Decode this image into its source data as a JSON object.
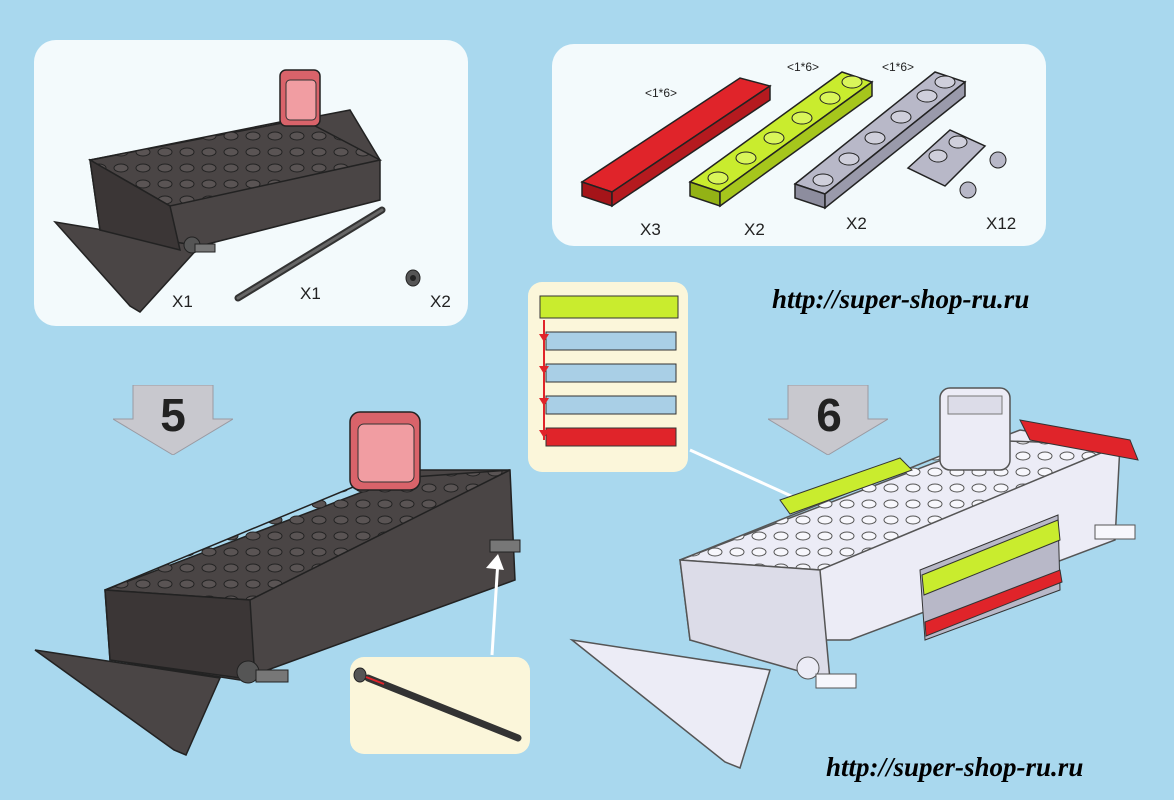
{
  "parts_left": {
    "qty_body": "X1",
    "qty_axle": "X1",
    "qty_bush": "X2"
  },
  "parts_right": {
    "size_red": "<1*6>",
    "size_green": "<1*6>",
    "size_grey": "<1*6>",
    "qty_red": "X3",
    "qty_green": "X2",
    "qty_grey": "X2",
    "qty_clip": "X12"
  },
  "steps": {
    "step5": "5",
    "step6": "6"
  },
  "watermarks": {
    "top": "http://super-shop-ru.ru",
    "bottom": "http://super-shop-ru.ru"
  },
  "colors": {
    "background": "#a9d8ee",
    "panel": "#f3fafc",
    "inset": "#fbf6da",
    "dark_body": "#4a4545",
    "light_body": "#ececf6",
    "red": "#e0242a",
    "lime": "#c9ec2e",
    "grey": "#b8b8c8",
    "light_blue": "#a9cfe6"
  },
  "icons": [
    "step-arrow-5-icon",
    "step-arrow-6-icon",
    "dark-chassis-icon",
    "light-chassis-icon",
    "axle-icon",
    "bushing-icon",
    "plate-stack-icon"
  ]
}
